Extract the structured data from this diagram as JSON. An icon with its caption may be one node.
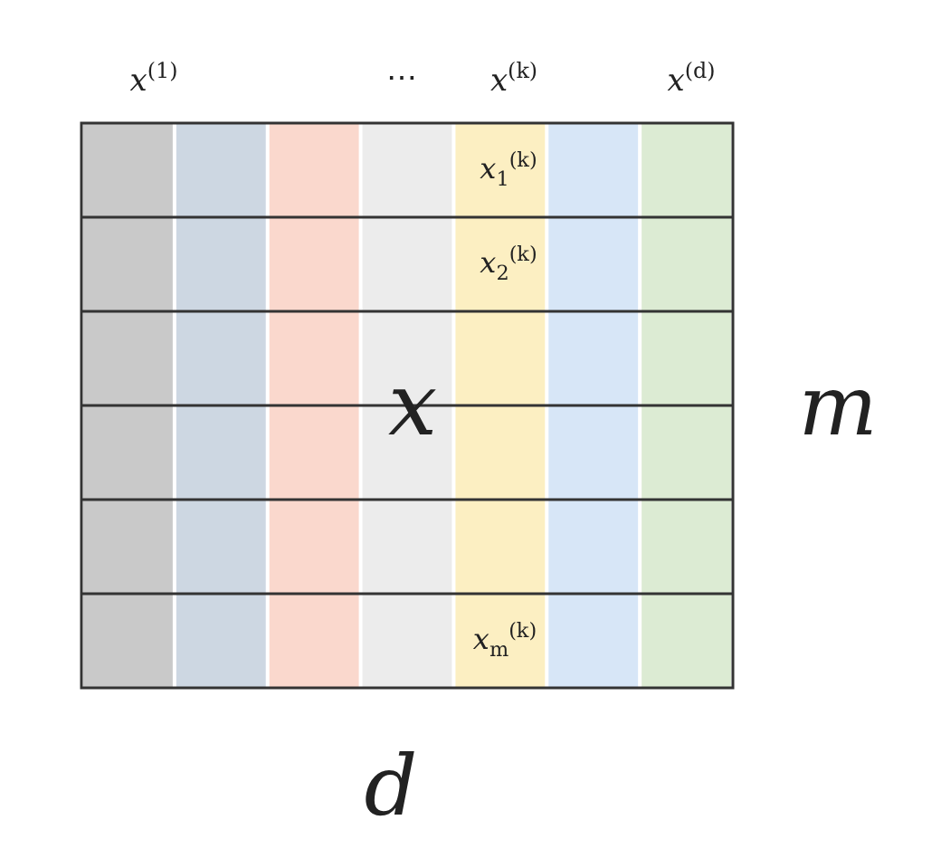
{
  "diagram": {
    "labels": [
      "*x*$^{(1)}$",
      "⋯",
      "*x*$^{(k)}$",
      "*x*$^{(d)}$",
      "*x*$_{1}$$^{(k)}$",
      "*x*$_{2}$$^{(k)}$",
      "x",
      "m",
      "*x*$_{m}$$^{(k)}$",
      "d"
    ]
  }
}
